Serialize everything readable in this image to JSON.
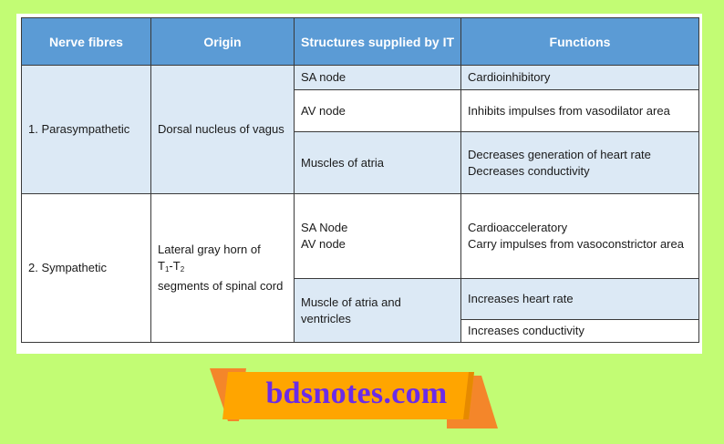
{
  "table": {
    "headers": {
      "nerve_fibres": "Nerve fibres",
      "origin": "Origin",
      "structures": "Structures supplied by IT",
      "functions": "Functions"
    },
    "parasympathetic": {
      "name": "1. Parasympathetic",
      "origin": "Dorsal nucleus of vagus",
      "rows": [
        {
          "structure": "SA node",
          "function": "Cardioinhibitory"
        },
        {
          "structure": "AV node",
          "function": "Inhibits impulses from vasodilator area"
        },
        {
          "structure": "Muscles of atria",
          "function_line1": "Decreases generation of heart rate",
          "function_line2": "Decreases conductivity"
        }
      ]
    },
    "sympathetic": {
      "name": "2. Sympathetic",
      "origin_line1": "Lateral gray horn of",
      "origin_t1": "T",
      "origin_t1_sub": "1",
      "origin_dash": "-T",
      "origin_t2_sub": "2",
      "origin_line3": "segments of spinal cord",
      "rows": [
        {
          "structure_line1": "SA Node",
          "structure_line2": "AV node",
          "function_line1": "Cardioacceleratory",
          "function_line2": "Carry impulses from vasoconstrictor area"
        },
        {
          "structure": "Muscle of atria and ventricles",
          "function_a": "Increases heart rate",
          "function_b": "Increases conductivity"
        }
      ]
    }
  },
  "banner": {
    "text": "bdsnotes.com"
  },
  "colors": {
    "background": "#c2fc74",
    "header_blue": "#5b9bd5",
    "row_tint": "#dce9f5",
    "ribbon_orange": "#ffa500",
    "ribbon_dark_orange": "#f4862a",
    "banner_text": "#6a2be8"
  }
}
